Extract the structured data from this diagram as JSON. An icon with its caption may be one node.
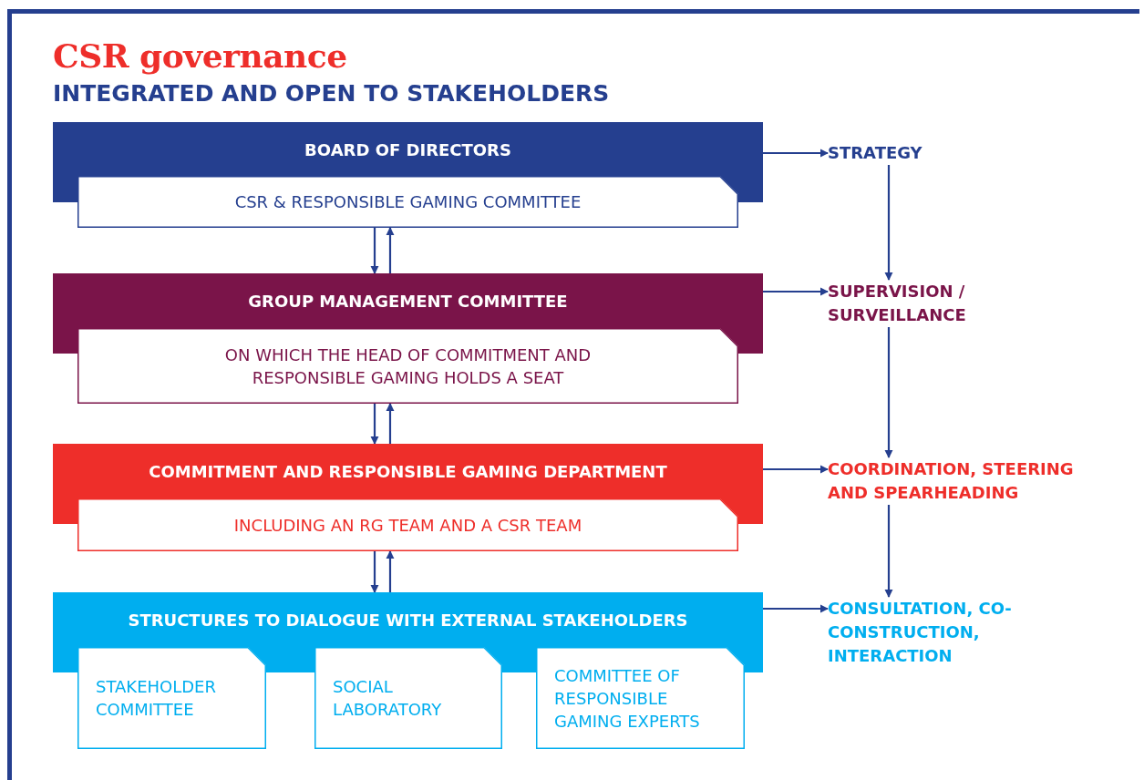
{
  "diagram": {
    "title": "CSR governance",
    "nodes": [
      {
        "text": [
          "BOARD OF DIRECTORS"
        ]
      },
      {
        "text": [
          "CSR & RESPONSIBLE GAMING COMMITTEE"
        ]
      },
      {
        "text": [
          "STRATEGY"
        ]
      },
      {
        "text": [
          "GROUP MANAGEMENT COMMITTEE"
        ]
      },
      {
        "text": [
          "ON WHICH THE HEAD OF COMMITMENT AND RESPONSIBLE GAMING HOLDS A SEAT"
        ]
      },
      {
        "text": [
          "SUPERVISION / SURVEILLANCE"
        ]
      },
      {
        "text": [
          "COMMITMENT AND RESPONSIBLE GAMING DEPARTMENT"
        ]
      },
      {
        "text": [
          "INCLUDING AN RG TEAM AND A CSR TEAM"
        ]
      },
      {
        "text": [
          "COORDINATION, STEERING AND SPEARHEADING"
        ]
      },
      {
        "text": [
          "STRUCTURES TO DIALOGUE WITH EXTERNAL STAKEHOLDERS"
        ]
      },
      {
        "text": [
          "STAKEHOLDER COMMITTEE"
        ]
      },
      {
        "text": [
          "SOCIAL LABORATORY"
        ]
      },
      {
        "text": [
          "COMMITTEE OF RESPONSIBLE GAMING EXPERTS"
        ]
      },
      {
        "text": [
          "CONSULTATION, CO-CONSTRUCTION, INTERACTION"
        ]
      }
    ],
    "edges": [
      {
        "from": 0,
        "to": 2,
        "arrow": "to"
      },
      {
        "from": 2,
        "to": 5,
        "arrow": "to"
      },
      {
        "from": 1,
        "to": 3,
        "arrow": "to"
      },
      {
        "from": 3,
        "to": 1,
        "arrow": "to"
      },
      {
        "from": 3,
        "to": 5,
        "arrow": "to"
      },
      {
        "from": 5,
        "to": 8,
        "arrow": "to"
      },
      {
        "from": 4,
        "to": 6,
        "arrow": "to"
      },
      {
        "from": 6,
        "to": 4,
        "arrow": "to"
      },
      {
        "from": 6,
        "to": 8,
        "arrow": "to"
      },
      {
        "from": 8,
        "to": 13,
        "arrow": "to"
      },
      {
        "from": 7,
        "to": 9,
        "arrow": "to"
      },
      {
        "from": 9,
        "to": 7,
        "arrow": "to"
      },
      {
        "from": 9,
        "to": 13,
        "arrow": "to"
      }
    ],
    "labels": [
      "INTEGRATED AND OPEN TO STAKEHOLDERS"
    ]
  }
}
